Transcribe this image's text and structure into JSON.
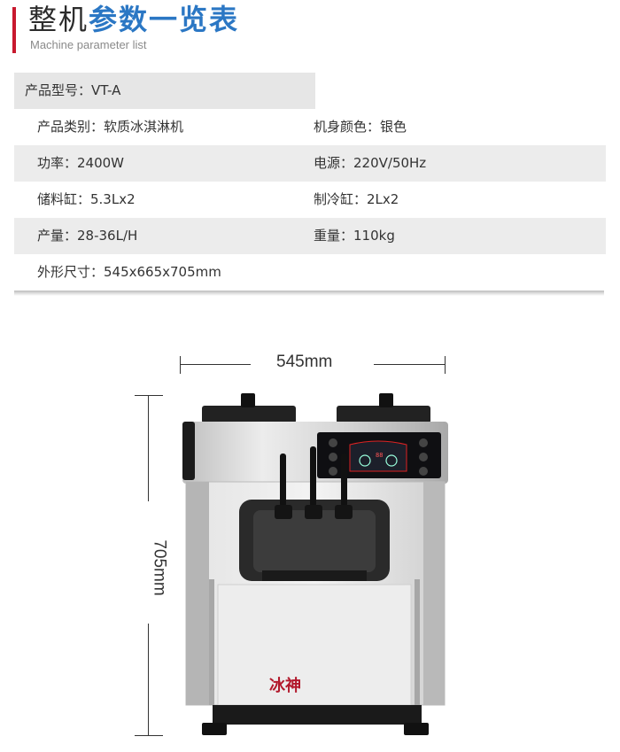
{
  "header": {
    "title_part1": "整机",
    "title_part2": "参数一览表",
    "subtitle": "Machine parameter list"
  },
  "specs": {
    "model": "产品型号：VT-A",
    "rows": [
      {
        "left": "产品类别：软质冰淇淋机",
        "right": "机身颜色：银色",
        "shaded": false
      },
      {
        "left": "功率：2400W",
        "right": "电源：220V/50Hz",
        "shaded": true
      },
      {
        "left": "储料缸：5.3Lx2",
        "right": "制冷缸：2Lx2",
        "shaded": false
      },
      {
        "left": "产量：28-36L/H",
        "right": "重量：110kg",
        "shaded": true
      },
      {
        "left": "外形尺寸：545x665x705mm",
        "right": "",
        "shaded": false
      }
    ]
  },
  "dimensions": {
    "width_label": "545mm",
    "height_label": "705mm"
  },
  "product": {
    "brand_logo": "冰神",
    "colors": {
      "accent": "#c8192e",
      "title_blue": "#2b77c4",
      "body_silver": "#d8d8d8"
    }
  }
}
